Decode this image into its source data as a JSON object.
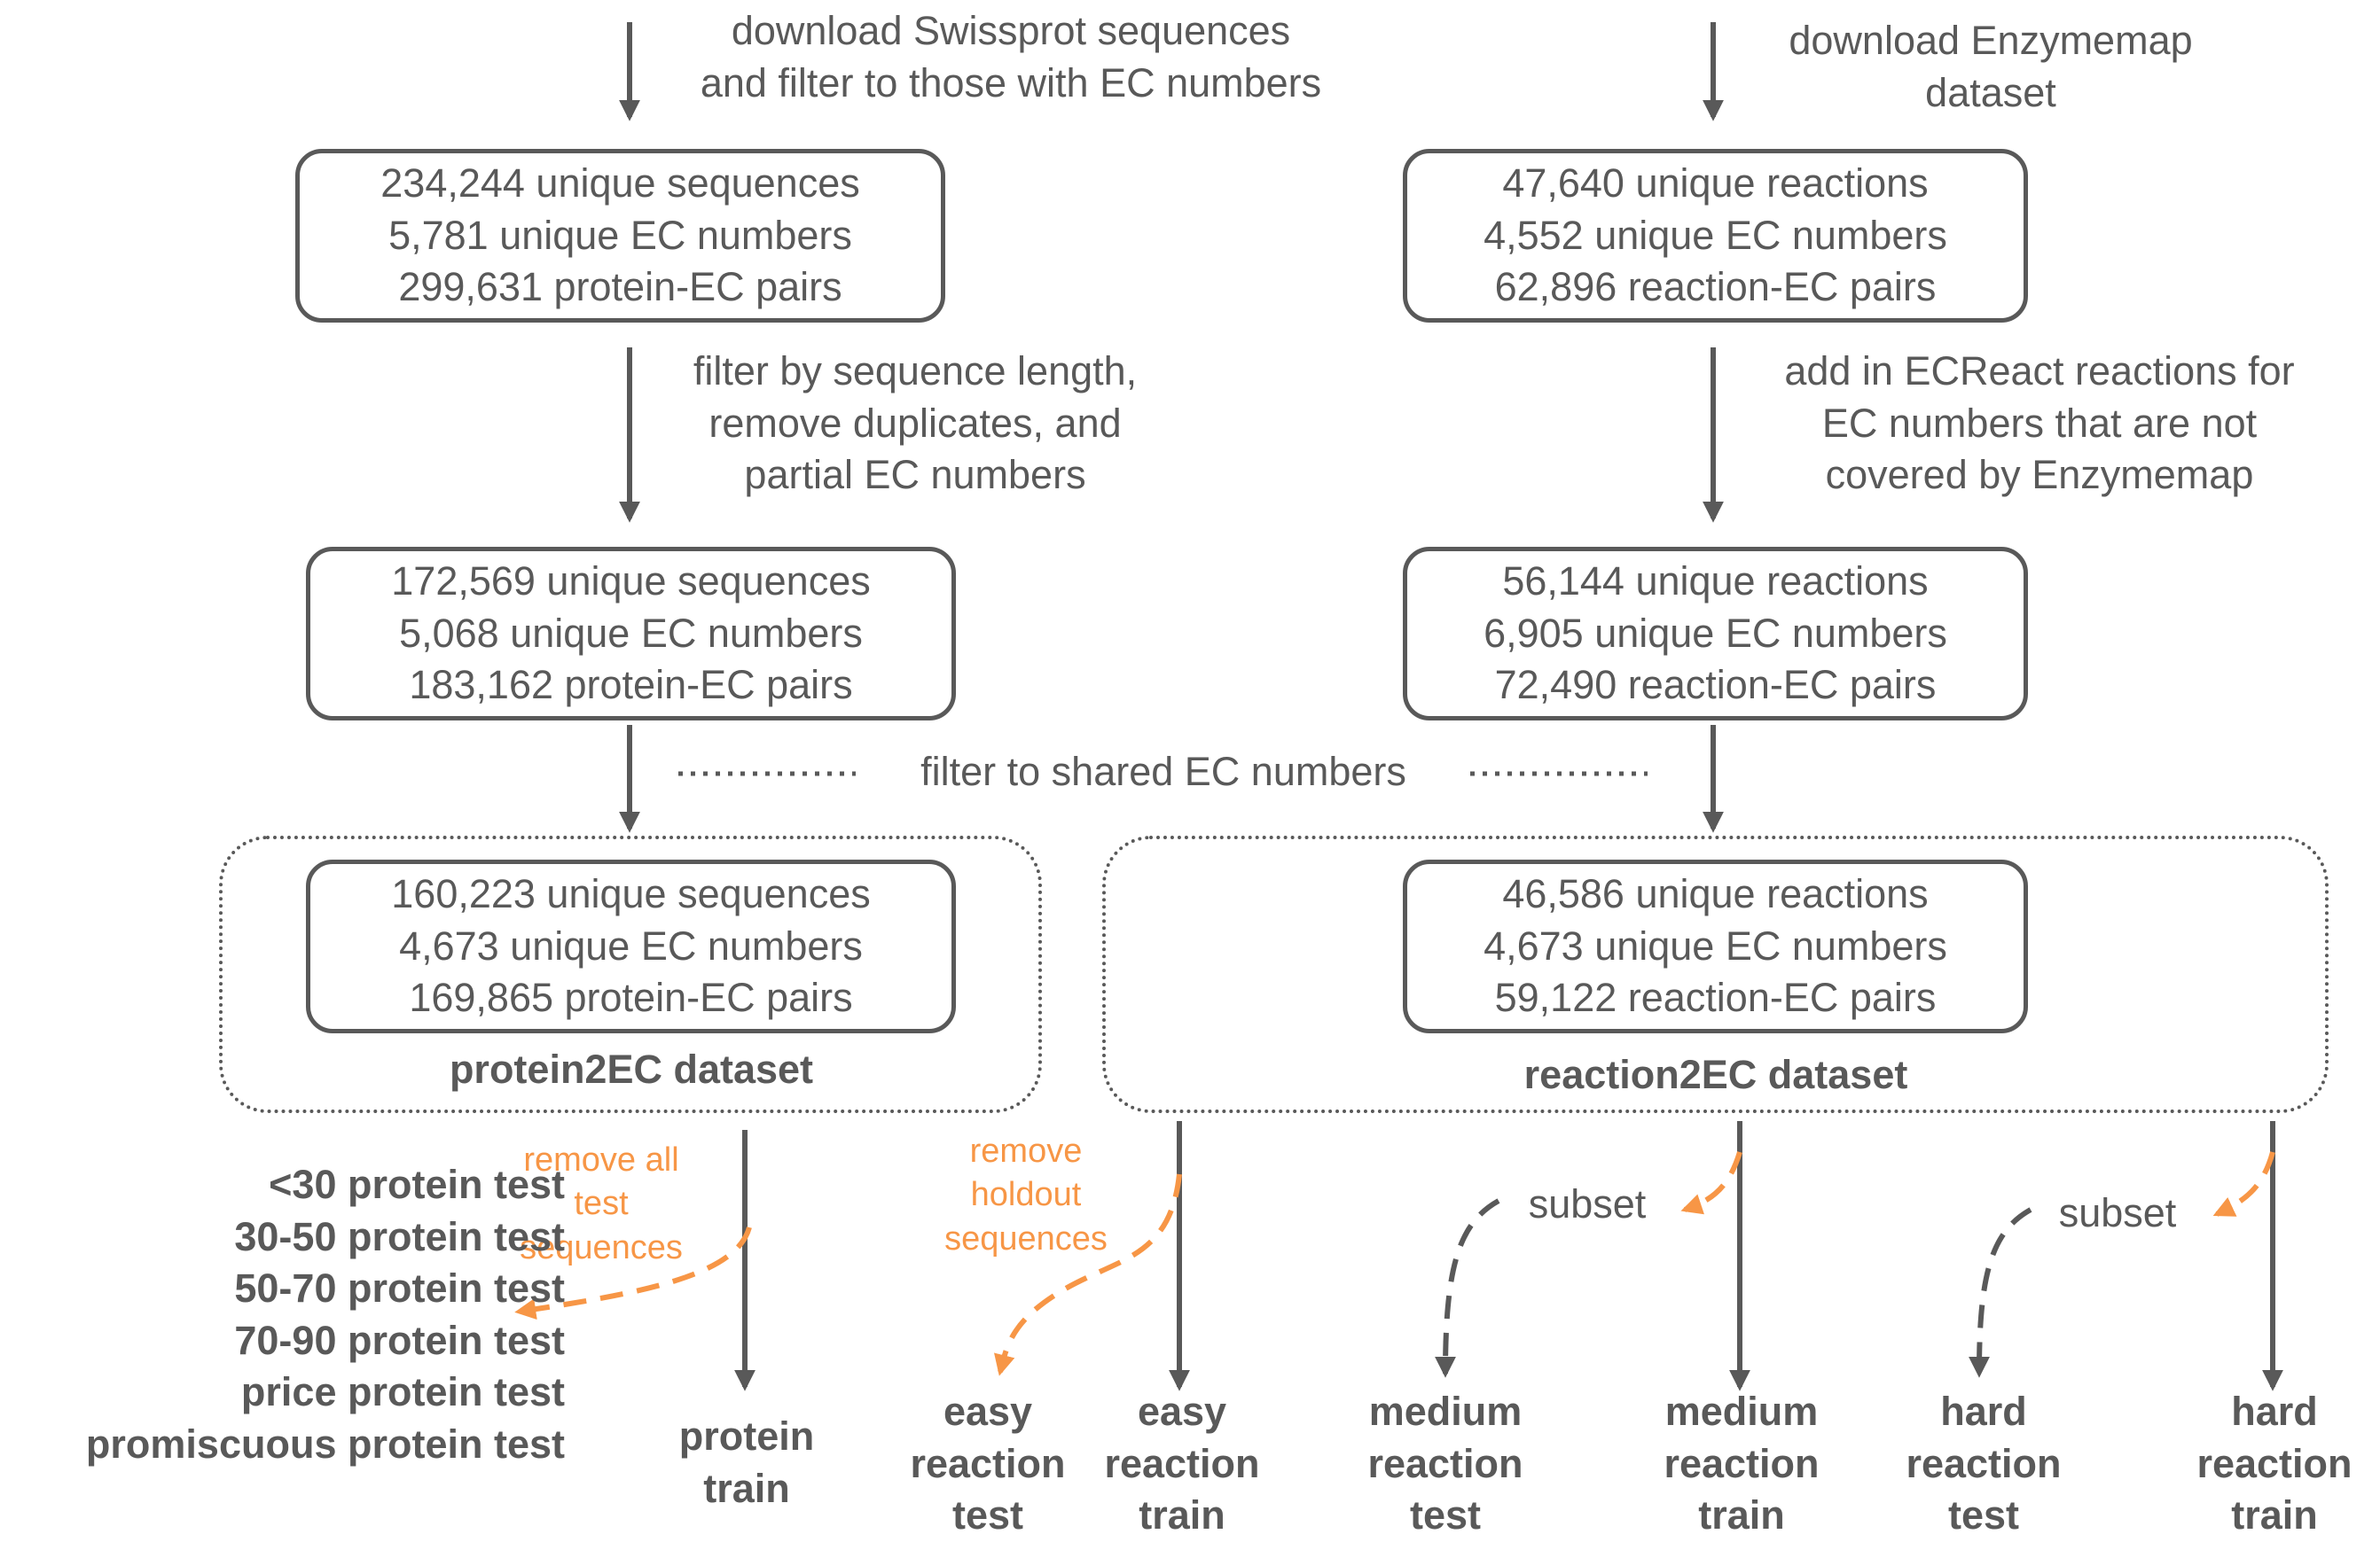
{
  "colors": {
    "ink": "#595959",
    "accent": "#f79646",
    "background": "#ffffff"
  },
  "steps": {
    "swissprot_download": [
      "download Swissprot sequences",
      "and filter to those with EC numbers"
    ],
    "enzymemap_download": [
      "download Enzymemap",
      "dataset"
    ],
    "protein_filter": [
      "filter by sequence length,",
      "remove duplicates, and",
      "partial EC numbers"
    ],
    "reaction_add": [
      "add in ECReact reactions for",
      "EC numbers that are not",
      "covered by Enzymemap"
    ],
    "shared_filter": "filter to shared EC numbers"
  },
  "boxes": {
    "protein_1": [
      "234,244 unique sequences",
      "5,781 unique EC numbers",
      "299,631 protein-EC pairs"
    ],
    "reaction_1": [
      "47,640 unique reactions",
      "4,552 unique EC numbers",
      "62,896 reaction-EC pairs"
    ],
    "protein_2": [
      "172,569 unique sequences",
      "5,068 unique EC numbers",
      "183,162 protein-EC pairs"
    ],
    "reaction_2": [
      "56,144 unique reactions",
      "6,905 unique EC numbers",
      "72,490 reaction-EC pairs"
    ],
    "protein_3": [
      "160,223 unique sequences",
      "4,673 unique EC numbers",
      "169,865 protein-EC pairs"
    ],
    "reaction_3": [
      "46,586 unique reactions",
      "4,673 unique EC numbers",
      "59,122 reaction-EC pairs"
    ]
  },
  "datasets": {
    "protein": "protein2EC dataset",
    "reaction": "reaction2EC dataset"
  },
  "split_notes": {
    "remove_all": [
      "remove all",
      "test",
      "sequences"
    ],
    "remove_holdout": [
      "remove",
      "holdout",
      "sequences"
    ],
    "subset_medium": "subset",
    "subset_hard": "subset"
  },
  "outputs": {
    "protein_tests": [
      "<30 protein test",
      "30-50 protein test",
      "50-70 protein test",
      "70-90 protein test",
      "price protein test",
      "promiscuous protein test"
    ],
    "protein_train": [
      "protein",
      "train"
    ],
    "easy_test": [
      "easy",
      "reaction",
      "test"
    ],
    "easy_train": [
      "easy",
      "reaction",
      "train"
    ],
    "medium_test": [
      "medium",
      "reaction",
      "test"
    ],
    "medium_train": [
      "medium",
      "reaction",
      "train"
    ],
    "hard_test": [
      "hard",
      "reaction",
      "test"
    ],
    "hard_train": [
      "hard",
      "reaction",
      "train"
    ]
  }
}
